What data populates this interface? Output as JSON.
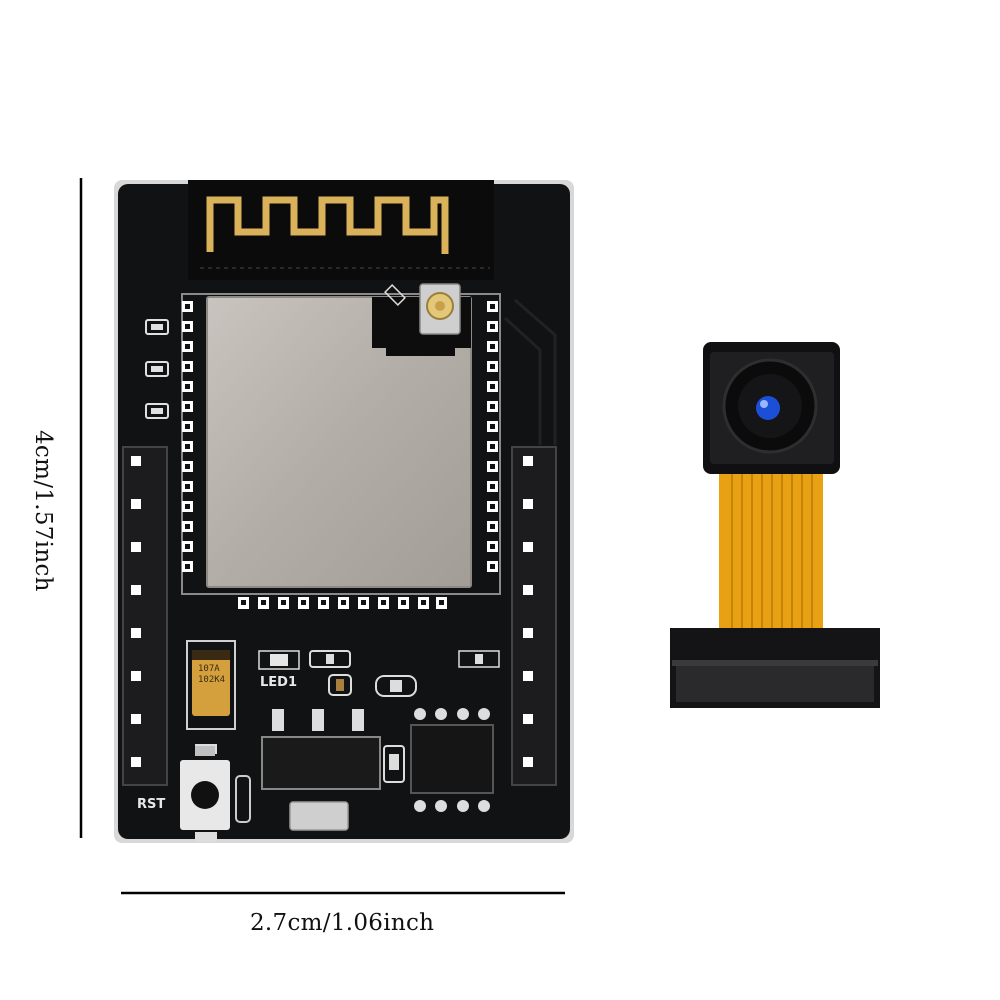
{
  "dimensions": {
    "height_label": "4cm/1.57inch",
    "width_label": "2.7cm/1.06inch"
  },
  "board": {
    "led_label": "LED1",
    "reset_label": "RST",
    "capacitor_marking": "107A\n102K4"
  },
  "colors": {
    "pcb": "#111214",
    "shield": "#b9b3ad",
    "pad": "#ffffff",
    "antenna": "#d9b25a",
    "flex_cable": "#e9a114",
    "capacitor": "#d4a03e",
    "lens_center": "#1c4fd8"
  }
}
